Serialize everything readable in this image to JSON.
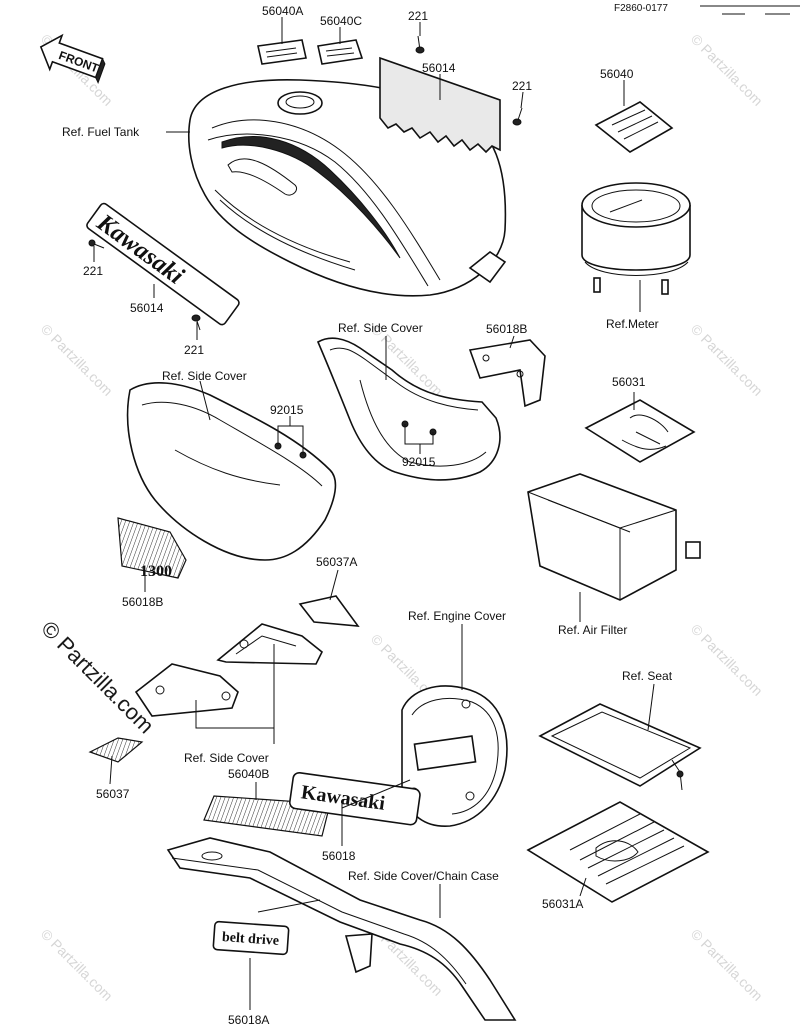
{
  "figure_code": "F2860-0177",
  "front_tag": "FRONT",
  "labels": {
    "l_56040A": "56040A",
    "l_56040C": "56040C",
    "l_221_top": "221",
    "l_56014_top": "56014",
    "l_221_right": "221",
    "l_56040": "56040",
    "l_fuel_tank": "Ref. Fuel Tank",
    "l_221_left": "221",
    "l_56014_left": "56014",
    "l_221_bottom": "221",
    "l_meter": "Ref.Meter",
    "l_side_cover_right": "Ref. Side Cover",
    "l_56018B_top": "56018B",
    "l_side_cover_left": "Ref. Side Cover",
    "l_92015_left": "92015",
    "l_92015_right": "92015",
    "l_56031": "56031",
    "l_56018B_left": "56018B",
    "l_56037A": "56037A",
    "l_engine_cover": "Ref. Engine Cover",
    "l_air_filter": "Ref. Air Filter",
    "l_seat": "Ref. Seat",
    "l_side_cover_bottom": "Ref. Side Cover",
    "l_56037": "56037",
    "l_56040B": "56040B",
    "l_56018": "56018",
    "l_chain_case": "Ref. Side Cover/Chain Case",
    "l_56031A": "56031A",
    "l_56018A": "56018A"
  },
  "decals": {
    "tank_logo": "Kawasaki",
    "engine_logo": "Kawasaki",
    "belt_drive": "belt drive",
    "side_emblem": "1300"
  },
  "watermark": {
    "main": "© Partzilla.com",
    "tile": "© Partzilla.com"
  }
}
